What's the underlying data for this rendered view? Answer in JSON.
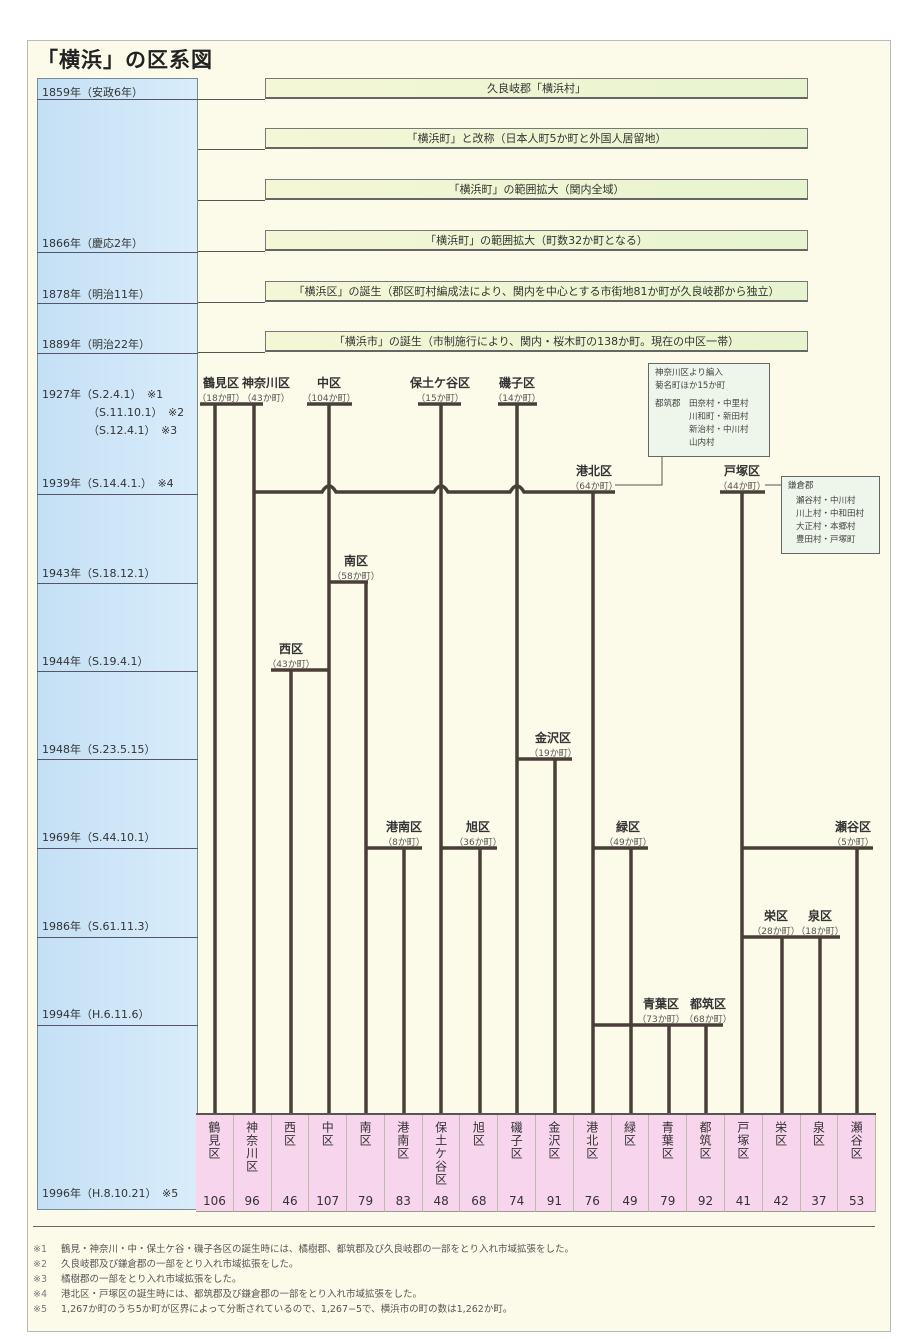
{
  "title": "「横浜」の区系図",
  "years": [
    "1859年（安政6年）",
    "1866年（慶応2年）",
    "1878年（明治11年）",
    "1889年（明治22年）",
    "1927年（S.2.4.1）　※1",
    "（S.11.10.1）　※2",
    "（S.12.4.1）　※3",
    "1939年（S.14.4.1.）　※4",
    "1943年（S.18.12.1）",
    "1944年（S.19.4.1）",
    "1948年（S.23.5.15）",
    "1969年（S.44.10.1）",
    "1986年（S.61.11.3）",
    "1994年（H.6.11.6）",
    "1996年（H.8.10.21）　※5"
  ],
  "early_events": [
    "久良岐郡「横浜村」",
    "「横浜町」と改称（日本人町5か町と外国人居留地）",
    "「横浜町」の範囲拡大（関内全域）",
    "「横浜町」の範囲拡大（町数32か町となる）",
    "「横浜区」の誕生（郡区町村編成法により、関内を中心とする市街地81か町が久良岐郡から独立）",
    "「横浜市」の誕生（市制施行により、関内・桜木町の138か町。現在の中区一帯）"
  ],
  "births": {
    "tsurumi": {
      "name": "鶴見区",
      "count": "（18か町）"
    },
    "kanagawa": {
      "name": "神奈川区",
      "count": "（43か町）"
    },
    "naka": {
      "name": "中区",
      "count": "（104か町）"
    },
    "hodogaya": {
      "name": "保土ケ谷区",
      "count": "（15か町）"
    },
    "isogo": {
      "name": "磯子区",
      "count": "（14か町）"
    },
    "kohoku": {
      "name": "港北区",
      "count": "（64か町）"
    },
    "totsuka": {
      "name": "戸塚区",
      "count": "（44か町）"
    },
    "minami": {
      "name": "南区",
      "count": "（58か町）"
    },
    "nishi": {
      "name": "西区",
      "count": "（43か町）"
    },
    "kanazawa": {
      "name": "金沢区",
      "count": "（19か町）"
    },
    "konan": {
      "name": "港南区",
      "count": "（8か町）"
    },
    "asahi": {
      "name": "旭区",
      "count": "（36か町）"
    },
    "midori": {
      "name": "緑区",
      "count": "（49か町）"
    },
    "seya": {
      "name": "瀬谷区",
      "count": "（5か町）"
    },
    "sakae": {
      "name": "栄区",
      "count": "（28か町）"
    },
    "izumi": {
      "name": "泉区",
      "count": "（18か町）"
    },
    "aoba": {
      "name": "青葉区",
      "count": "（73か町）"
    },
    "tsuzuki": {
      "name": "都筑区",
      "count": "（68か町）"
    }
  },
  "note1": [
    "神奈川区より編入",
    "菊名町ほか15か町",
    "都筑郡　田奈村・中里村",
    "　　　　川和町・新田村",
    "　　　　新治村・中川村",
    "　　　　山内村"
  ],
  "note2": [
    "鎌倉郡",
    "瀬谷村・中川村",
    "川上村・中和田村",
    "大正村・本郷村",
    "豊田村・戸塚町"
  ],
  "table": [
    {
      "name": "鶴見区",
      "towns": "106"
    },
    {
      "name": "神奈川区",
      "towns": "96"
    },
    {
      "name": "西区",
      "towns": "46"
    },
    {
      "name": "中区",
      "towns": "107"
    },
    {
      "name": "南区",
      "towns": "79"
    },
    {
      "name": "港南区",
      "towns": "83"
    },
    {
      "name": "保土ケ谷区",
      "towns": "48"
    },
    {
      "name": "旭区",
      "towns": "68"
    },
    {
      "name": "磯子区",
      "towns": "74"
    },
    {
      "name": "金沢区",
      "towns": "91"
    },
    {
      "name": "港北区",
      "towns": "76"
    },
    {
      "name": "緑区",
      "towns": "49"
    },
    {
      "name": "青葉区",
      "towns": "79"
    },
    {
      "name": "都筑区",
      "towns": "92"
    },
    {
      "name": "戸塚区",
      "towns": "41"
    },
    {
      "name": "栄区",
      "towns": "42"
    },
    {
      "name": "泉区",
      "towns": "37"
    },
    {
      "name": "瀬谷区",
      "towns": "53"
    }
  ],
  "footnotes": [
    {
      "mark": "※1",
      "text": "鶴見・神奈川・中・保土ケ谷・磯子各区の誕生時には、橘樹郡、都筑郡及び久良岐郡の一部をとり入れ市域拡張をした。"
    },
    {
      "mark": "※2",
      "text": "久良岐郡及び鎌倉郡の一部をとり入れ市域拡張をした。"
    },
    {
      "mark": "※3",
      "text": "橘樹郡の一部をとり入れ市域拡張をした。"
    },
    {
      "mark": "※4",
      "text": "港北区・戸塚区の誕生時には、都筑郡及び鎌倉郡の一部をとり入れ市域拡張をした。"
    },
    {
      "mark": "※5",
      "text": "1,267か町のうち5か町が区界によって分断されているので、1,267−5で、横浜市の町の数は1,262か町。"
    }
  ],
  "colors": {
    "line": "#4a3f38",
    "year_column": "#cfe6f5",
    "table": "#f7d5ec",
    "event_box": "#eef5d2"
  }
}
